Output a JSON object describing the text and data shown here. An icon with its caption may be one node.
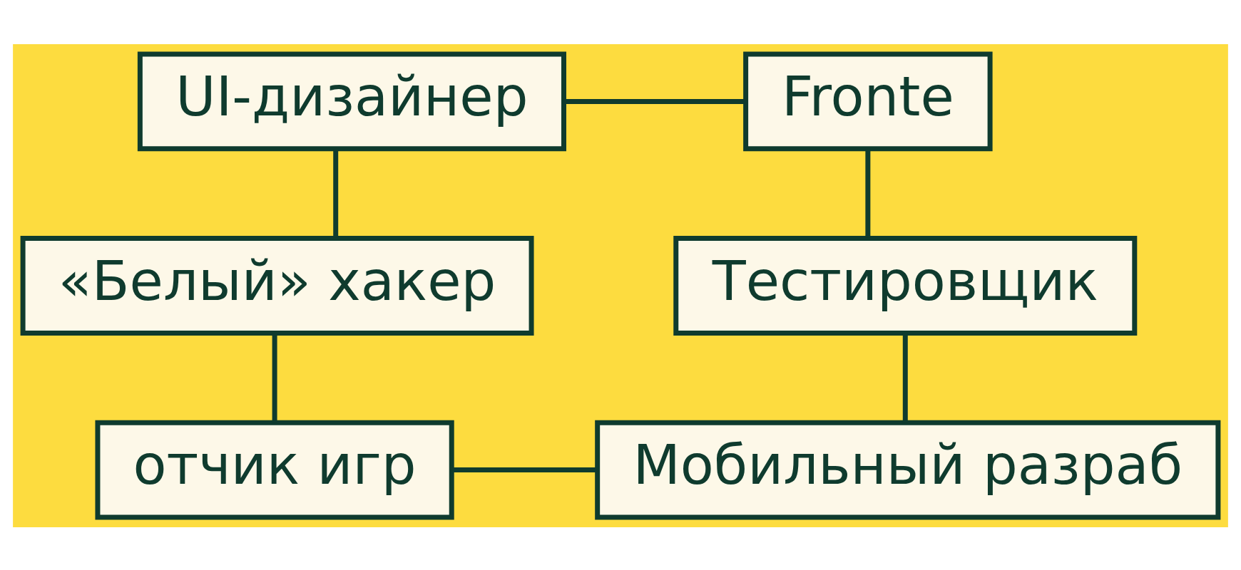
{
  "diagram": {
    "nodes": [
      {
        "text": [
          "UI-дизайнер"
        ]
      },
      {
        "text": [
          "Fronte"
        ]
      },
      {
        "text": [
          "Тестировщик"
        ]
      },
      {
        "text": [
          "«Белый» хакер"
        ]
      },
      {
        "text": [
          "отчик игр"
        ]
      },
      {
        "text": [
          "Мобильный разраб"
        ]
      }
    ],
    "edges": [
      {
        "from": 0,
        "to": 1,
        "arrow": "none"
      },
      {
        "from": 1,
        "to": 2,
        "arrow": "none"
      },
      {
        "from": 0,
        "to": 3,
        "arrow": "none"
      },
      {
        "from": 2,
        "to": 5,
        "arrow": "none"
      },
      {
        "from": 3,
        "to": 4,
        "arrow": "none"
      },
      {
        "from": 4,
        "to": 5,
        "arrow": "none"
      }
    ]
  }
}
